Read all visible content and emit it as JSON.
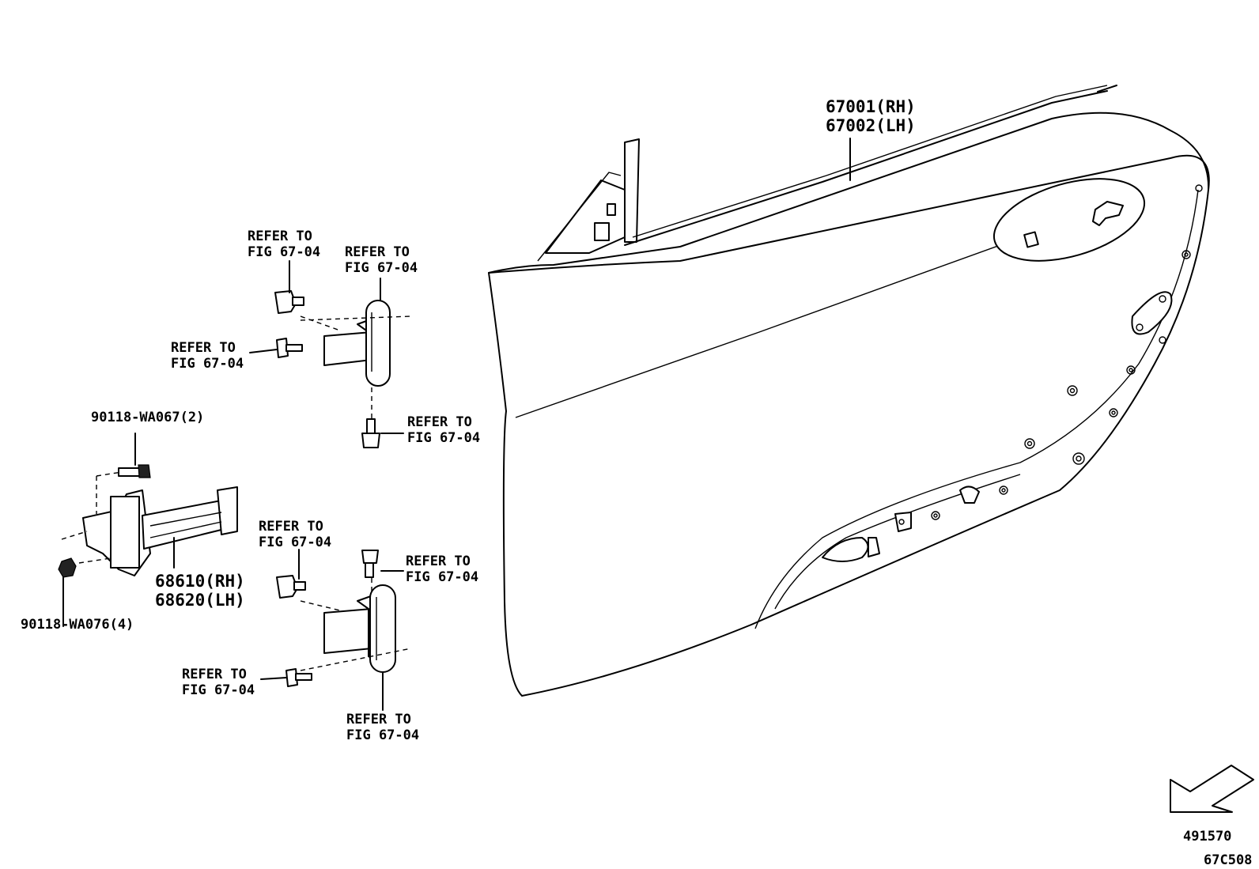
{
  "labels": {
    "refer_a": [
      "REFER TO",
      "FIG 67-04"
    ],
    "refer_b": [
      "REFER TO",
      "FIG 67-04"
    ],
    "refer_c": [
      "REFER TO",
      "FIG 67-04"
    ],
    "refer_d": [
      "REFER TO",
      "FIG 67-04"
    ],
    "refer_e": [
      "REFER TO",
      "FIG 67-04"
    ],
    "refer_f": [
      "REFER TO",
      "FIG 67-04"
    ],
    "refer_g": [
      "REFER TO",
      "FIG 67-04"
    ],
    "refer_h": [
      "REFER TO",
      "FIG 67-04"
    ],
    "bolt_top": "90118-WA067(2)",
    "nut_bottom": "90118-WA076(4)",
    "door": [
      "67001(RH)",
      "67002(LH)"
    ],
    "check": [
      "68610(RH)",
      "68620(LH)"
    ]
  },
  "footer": {
    "illustration_no": "491570",
    "figure_code": "67C508"
  }
}
